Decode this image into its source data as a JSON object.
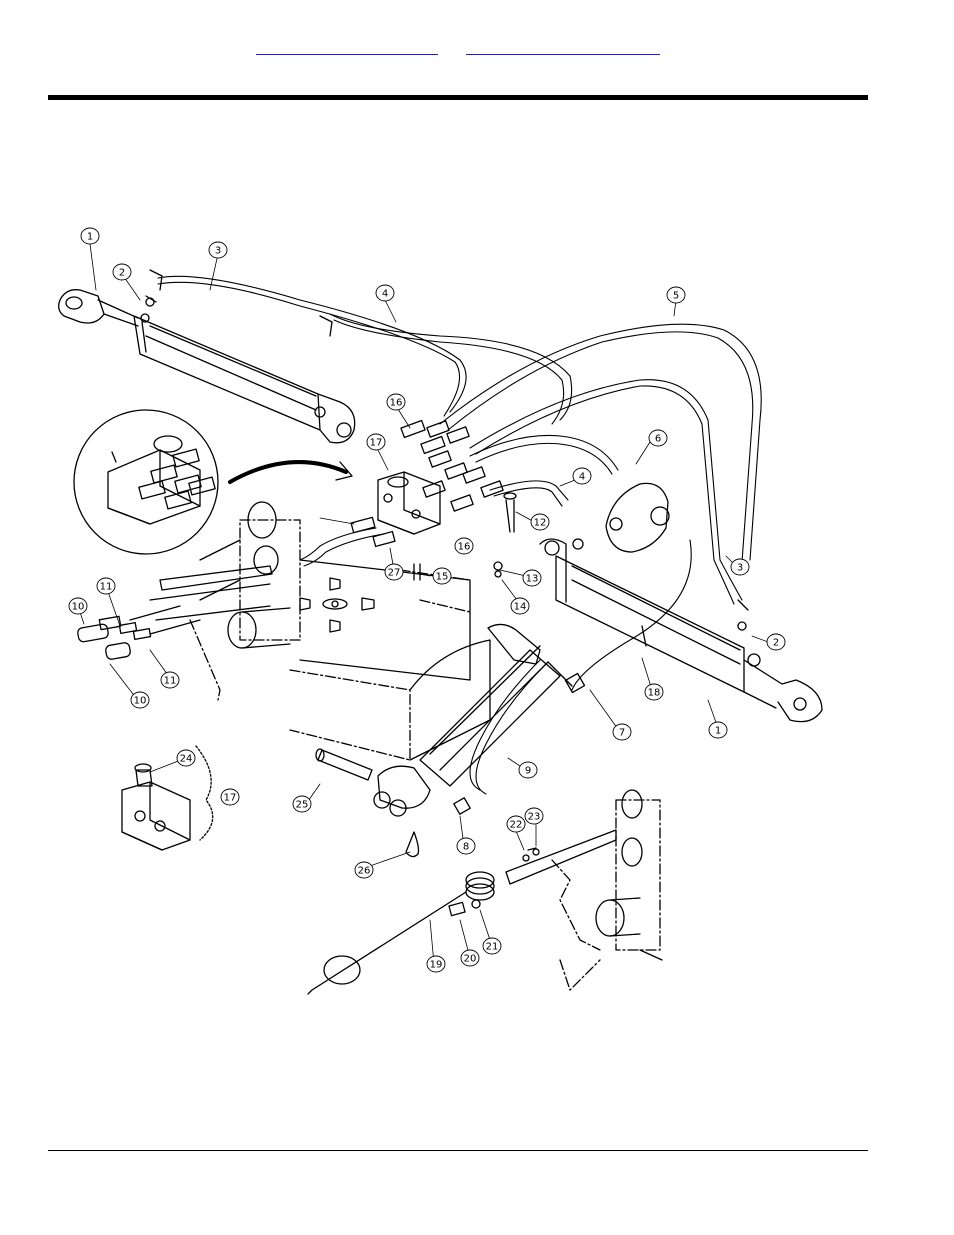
{
  "header": {
    "prev_link": "",
    "next_link": ""
  },
  "diagram": {
    "callouts": [
      "1",
      "2",
      "3",
      "4",
      "5",
      "16",
      "17",
      "6",
      "4",
      "16",
      "12",
      "27",
      "15",
      "13",
      "14",
      "3",
      "2",
      "11",
      "10",
      "10",
      "11",
      "7",
      "18",
      "1",
      "9",
      "24",
      "17",
      "25",
      "8",
      "22",
      "23",
      "26",
      "19",
      "20",
      "21"
    ]
  }
}
